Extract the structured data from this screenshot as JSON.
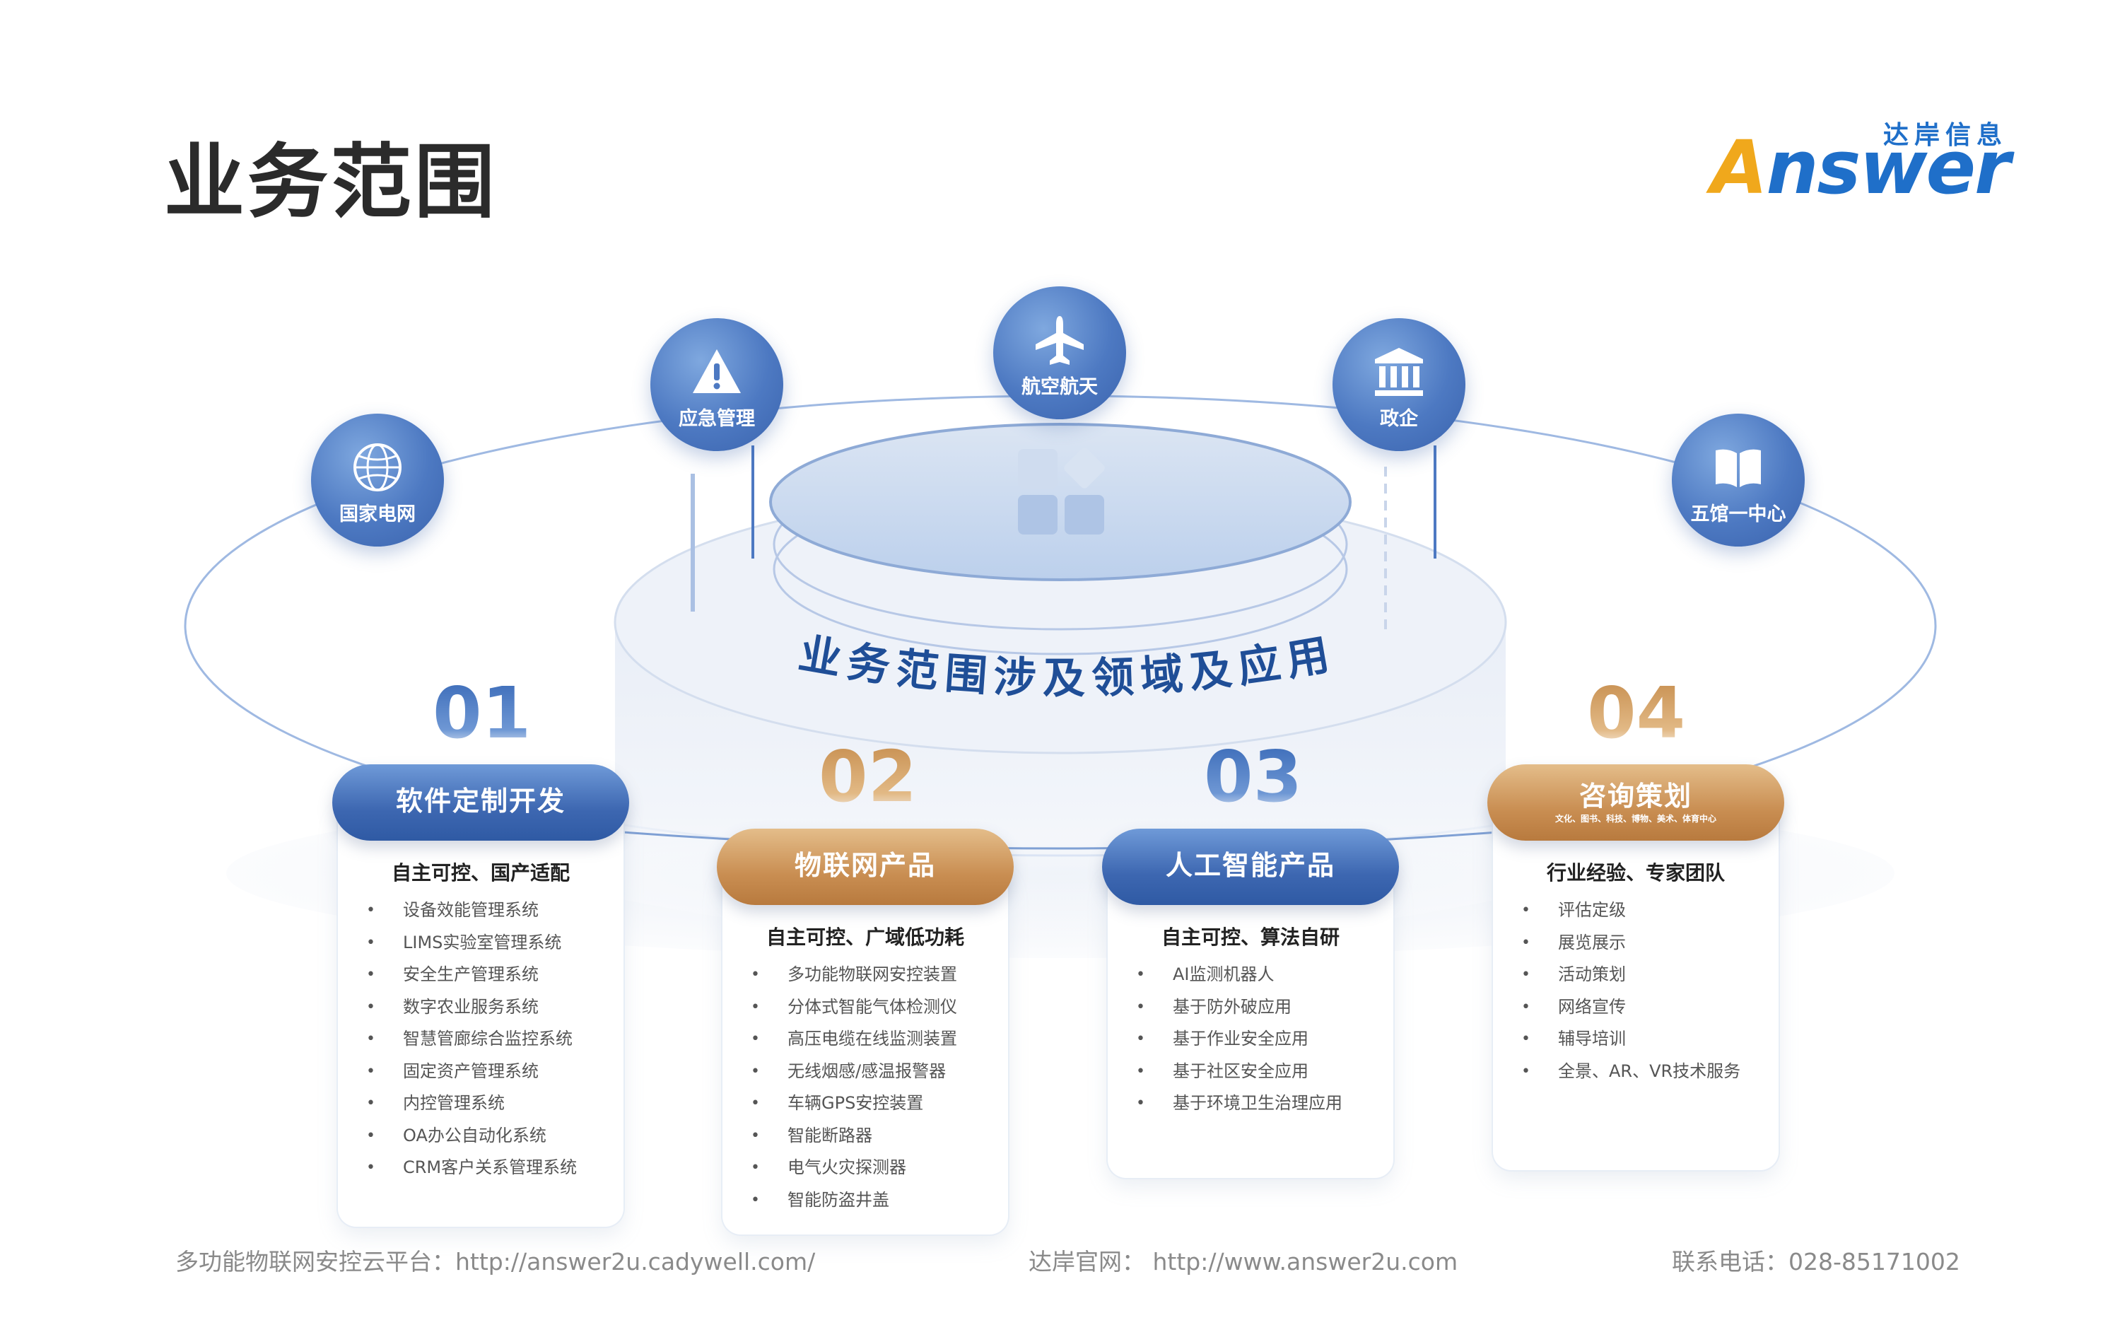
{
  "title": "业务范围",
  "logo": {
    "cn": "达岸信息",
    "en_a": "A",
    "en_rest": "nswer"
  },
  "center_title": "业务范围涉及领域及应用",
  "bubbles": [
    {
      "label": "国家电网",
      "icon": "globe-icon"
    },
    {
      "label": "应急管理",
      "icon": "warning-icon"
    },
    {
      "label": "航空航天",
      "icon": "airplane-icon"
    },
    {
      "label": "政企",
      "icon": "government-building-icon"
    },
    {
      "label": "五馆一中心",
      "icon": "open-book-icon"
    }
  ],
  "sections": [
    {
      "number": "01",
      "title": "软件定制开发",
      "subtitle": "",
      "heading": "自主可控、国产适配",
      "items": [
        "设备效能管理系统",
        "LIMS实验室管理系统",
        "安全生产管理系统",
        "数字农业服务系统",
        "智慧管廊综合监控系统",
        "固定资产管理系统",
        "内控管理系统",
        "OA办公自动化系统",
        "CRM客户关系管理系统"
      ]
    },
    {
      "number": "02",
      "title": "物联网产品",
      "subtitle": "",
      "heading": "自主可控、广域低功耗",
      "items": [
        "多功能物联网安控装置",
        "分体式智能气体检测仪",
        "高压电缆在线监测装置",
        "无线烟感/感温报警器",
        "车辆GPS安控装置",
        "智能断路器",
        "电气火灾探测器",
        "智能防盗井盖"
      ]
    },
    {
      "number": "03",
      "title": "人工智能产品",
      "subtitle": "",
      "heading": "自主可控、算法自研",
      "items": [
        "AI监测机器人",
        "基于防外破应用",
        "基于作业安全应用",
        "基于社区安全应用",
        "基于环境卫生治理应用"
      ]
    },
    {
      "number": "04",
      "title": "咨询策划",
      "subtitle": "文化、图书、科技、博物、美术、体育中心",
      "heading": "行业经验、专家团队",
      "items": [
        "评估定级",
        "展览展示",
        "活动策划",
        "网络宣传",
        "辅导培训",
        "全景、AR、VR技术服务"
      ]
    }
  ],
  "footer": {
    "left": "多功能物联网安控云平台：http://answer2u.cadywell.com/",
    "center": "达岸官网： http://www.answer2u.com",
    "right": "联系电话：028-85171002"
  },
  "colors": {
    "blue": "#3d67b1",
    "gold": "#c98e52",
    "title": "#2b2b2b"
  }
}
